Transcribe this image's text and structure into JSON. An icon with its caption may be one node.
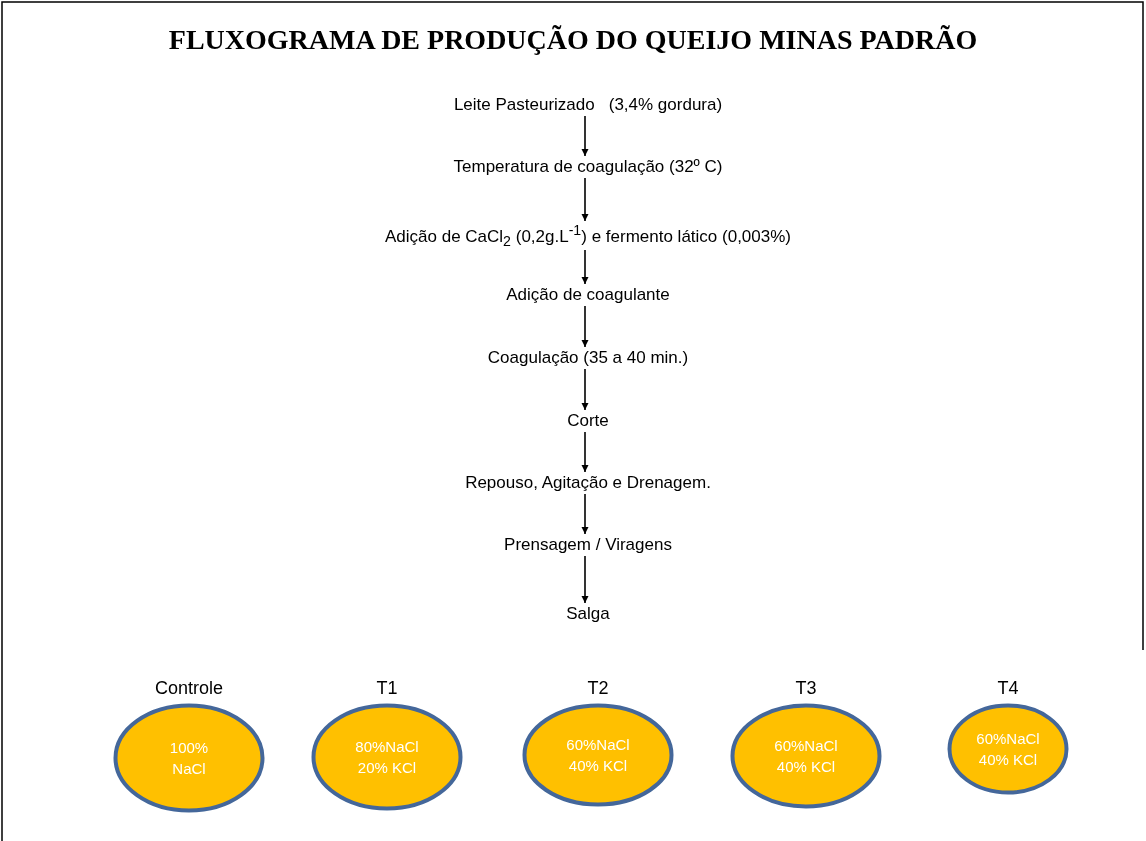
{
  "diagram": {
    "title": "FLUXOGRAMA DE PRODUÇÃO DO QUEIJO MINAS PADRÃO",
    "nodes": [
      {
        "text": [
          "Leite Pasteurizado",
          "(3,4% gordura)"
        ]
      },
      {
        "text": [
          "Temperatura de coagulação (32º C)"
        ]
      },
      {
        "text": [
          "Adição de CaCl$_{2}$ (0,2g.L$^{-1}$) e fermento lático (0,003%)"
        ]
      },
      {
        "text": [
          "Adição de coagulante"
        ]
      },
      {
        "text": [
          "Coagulação (35 a 40 min.)"
        ]
      },
      {
        "text": [
          "Corte"
        ]
      },
      {
        "text": [
          "Repouso, Agitação e Drenagem."
        ]
      },
      {
        "text": [
          "Prensagem / Viragens"
        ]
      },
      {
        "text": [
          "Salga"
        ]
      },
      {
        "text": [
          "Controle",
          "100% NaCl"
        ]
      },
      {
        "text": [
          "T1",
          "80%NaCl 20% KCl"
        ]
      },
      {
        "text": [
          "T2",
          "60%NaCl 40% KCl"
        ]
      },
      {
        "text": [
          "T3",
          "60%NaCl 40% KCl"
        ]
      },
      {
        "text": [
          "T4",
          "60%NaCl 40% KCl"
        ]
      }
    ],
    "edges": [
      {
        "from": 0,
        "to": 1,
        "arrow": "to"
      },
      {
        "from": 1,
        "to": 2,
        "arrow": "to"
      },
      {
        "from": 2,
        "to": 3,
        "arrow": "to"
      },
      {
        "from": 3,
        "to": 4,
        "arrow": "to"
      },
      {
        "from": 4,
        "to": 5,
        "arrow": "to"
      },
      {
        "from": 5,
        "to": 6,
        "arrow": "to"
      },
      {
        "from": 6,
        "to": 7,
        "arrow": "to"
      },
      {
        "from": 7,
        "to": 8,
        "arrow": "to"
      }
    ]
  }
}
